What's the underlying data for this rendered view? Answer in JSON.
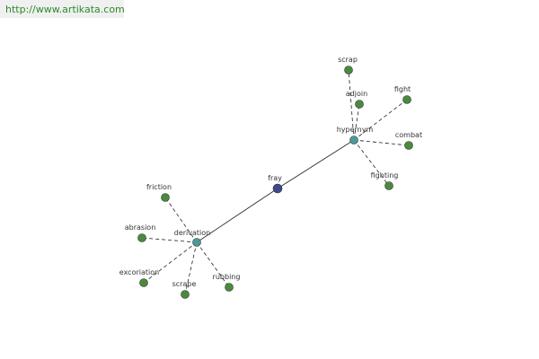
{
  "header": {
    "url": "http://www.artikata.com"
  },
  "colors": {
    "root": "#3a4a8c",
    "relation": "#4a9a9a",
    "leaf": "#4a8a3c",
    "edge": "#222222",
    "node_stroke": "#333333"
  },
  "graph": {
    "root": {
      "id": "fray",
      "label": "fray"
    },
    "relations": [
      {
        "id": "hypernym",
        "label": "hypernym",
        "terms": [
          "scrap",
          "adjoin",
          "fight",
          "combat",
          "fighting"
        ]
      },
      {
        "id": "derivation",
        "label": "derivation",
        "terms": [
          "friction",
          "abrasion",
          "excoriation",
          "scrape",
          "rubbing"
        ]
      }
    ]
  }
}
